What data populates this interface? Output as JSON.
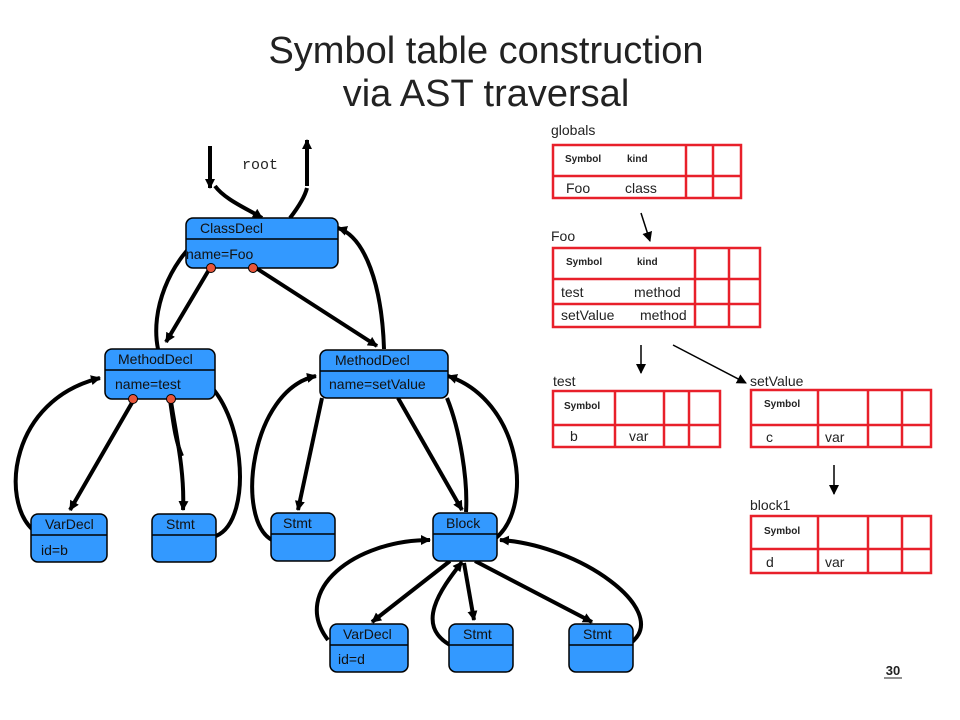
{
  "title": {
    "line1": "Symbol table construction",
    "line2": "via AST traversal"
  },
  "root_label": "root",
  "nodes": {
    "classdecl": {
      "type": "ClassDecl",
      "attr": "name=Foo"
    },
    "method_test": {
      "type": "MethodDecl",
      "attr": "name=test"
    },
    "method_setvalue": {
      "type": "MethodDecl",
      "attr": "name=setValue"
    },
    "vardecl_b": {
      "type": "VarDecl",
      "attr": "id=b"
    },
    "stmt_test": {
      "type": "Stmt"
    },
    "stmt_setvalue": {
      "type": "Stmt"
    },
    "block": {
      "type": "Block"
    },
    "vardecl_d": {
      "type": "VarDecl",
      "attr": "id=d"
    },
    "stmt_block_1": {
      "type": "Stmt"
    },
    "stmt_block_2": {
      "type": "Stmt"
    }
  },
  "tables": {
    "globals": {
      "label": "globals",
      "col1": "Symbol",
      "col2": "kind",
      "rows": [
        [
          "Foo",
          "class"
        ]
      ]
    },
    "foo": {
      "label": "Foo",
      "col1": "Symbol",
      "col2": "kind",
      "rows": [
        [
          "test",
          "method"
        ],
        [
          "setValue",
          "method"
        ]
      ]
    },
    "test": {
      "label": "test",
      "col1": "Symbol",
      "rows": [
        [
          "b",
          "var"
        ]
      ]
    },
    "setvalue": {
      "label": "setValue",
      "col1": "Symbol",
      "rows": [
        [
          "c",
          "var"
        ]
      ]
    },
    "block1": {
      "label": "block1",
      "col1": "Symbol",
      "rows": [
        [
          "d",
          "var"
        ]
      ]
    }
  },
  "page_number": "30",
  "colors": {
    "node_fill": "#3399ff",
    "table_border": "#e8202a",
    "dot_fill": "#e8553a",
    "text": "#222222"
  }
}
